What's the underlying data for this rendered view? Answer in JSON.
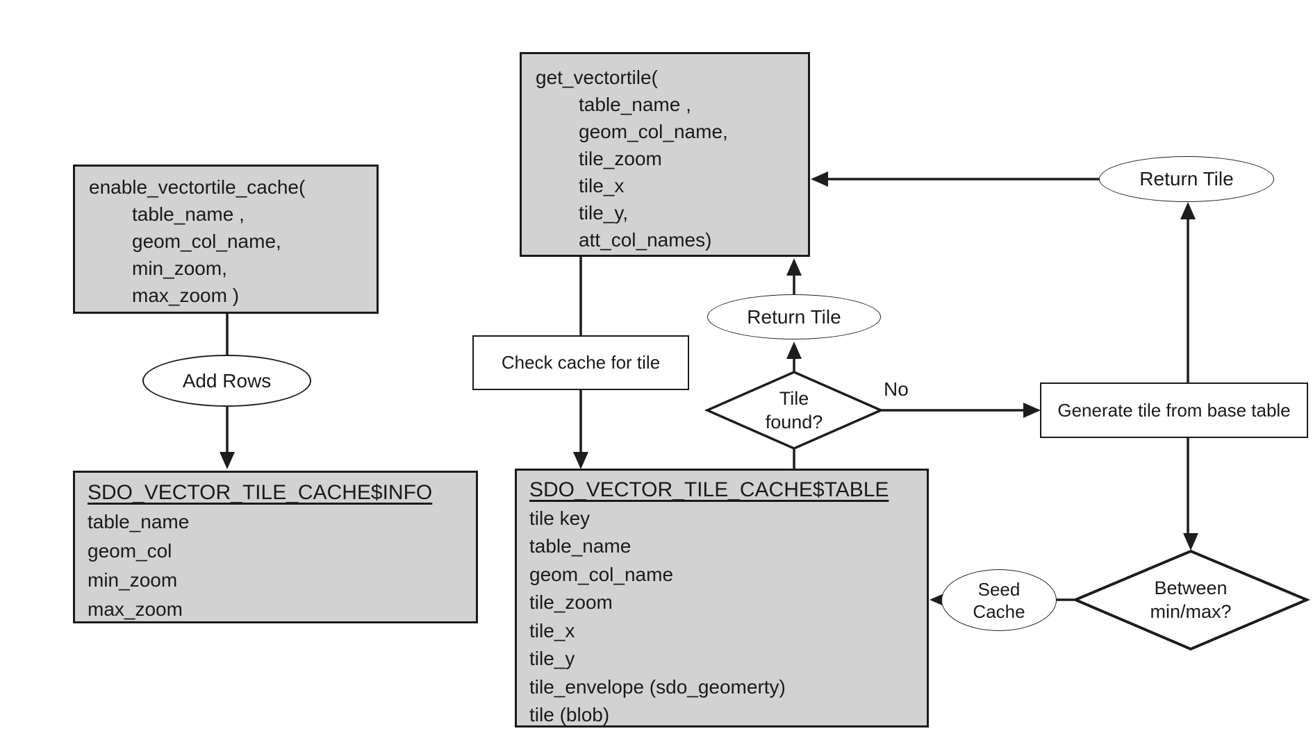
{
  "theme": {
    "background": "#ffffff",
    "node_fill": "#d2d2d2",
    "node_border": "#1a1a1a",
    "line_color": "#1d1d1d",
    "text_color": "#1a1a1a"
  },
  "nodes": {
    "get_vectortile": {
      "lines": [
        "get_vectortile(",
        "table_name ,",
        "geom_col_name,",
        "tile_zoom",
        "tile_x",
        "tile_y,",
        "att_col_names)"
      ]
    },
    "enable_vectortile_cache": {
      "lines": [
        "enable_vectortile_cache(",
        "table_name ,",
        "geom_col_name,",
        "min_zoom,",
        "max_zoom )"
      ]
    },
    "add_rows": {
      "label": "Add Rows"
    },
    "cache_info": {
      "title": "SDO_VECTOR_TILE_CACHE$INFO",
      "rows": [
        "table_name",
        "geom_col",
        "min_zoom",
        "max_zoom"
      ]
    },
    "check_cache": {
      "label": "Check cache for tile"
    },
    "cache_table": {
      "title": "SDO_VECTOR_TILE_CACHE$TABLE",
      "rows": [
        "tile key",
        "table_name",
        "geom_col_name",
        "tile_zoom",
        "tile_x",
        "tile_y",
        "tile_envelope (sdo_geomerty)",
        "tile (blob)"
      ]
    },
    "tile_found": {
      "line1": "Tile",
      "line2": "found?"
    },
    "return_tile_mid": {
      "label": "Return Tile"
    },
    "return_tile_top": {
      "label": "Return Tile"
    },
    "no_branch": {
      "label": "No"
    },
    "generate_tile": {
      "label": "Generate tile from base table"
    },
    "between_minmax": {
      "line1": "Between",
      "line2": "min/max?"
    },
    "seed_cache": {
      "line1": "Seed",
      "line2": "Cache"
    }
  }
}
